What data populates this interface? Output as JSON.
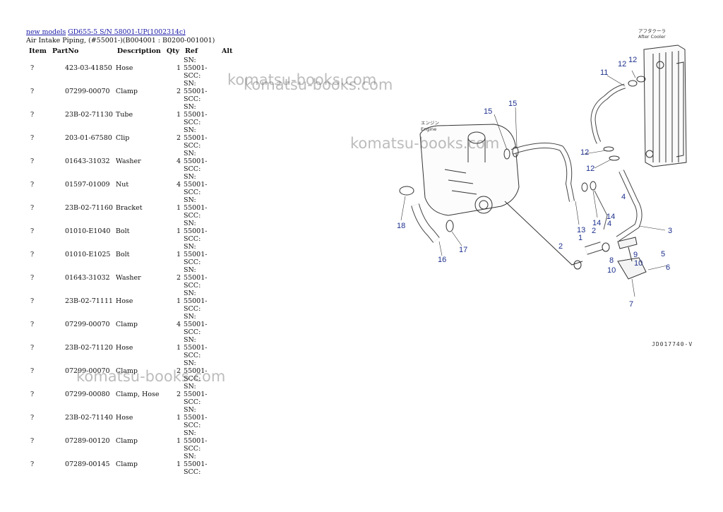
{
  "breadcrumb": {
    "link1": "new models",
    "link2": "GD655-5 S/N 58001-UP(1002314c)"
  },
  "subtitle": "Air Intake Piping, (#55001-)(B004001 : B0200-001001)",
  "table": {
    "headers": [
      "Item",
      "PartNo",
      "Description",
      "Qty",
      "Ref",
      "Alt"
    ],
    "rows": [
      [
        "?",
        "423-03-41850",
        "Hose",
        "1",
        "SN: 55001-SCC:",
        ""
      ],
      [
        "?",
        "07299-00070",
        "Clamp",
        "2",
        "SN: 55001-SCC:",
        ""
      ],
      [
        "?",
        "23B-02-71130",
        "Tube",
        "1",
        "SN: 55001-SCC:",
        ""
      ],
      [
        "?",
        "203-01-67580",
        "Clip",
        "2",
        "SN: 55001-SCC:",
        ""
      ],
      [
        "?",
        "01643-31032",
        "Washer",
        "4",
        "SN: 55001-SCC:",
        ""
      ],
      [
        "?",
        "01597-01009",
        "Nut",
        "4",
        "SN: 55001-SCC:",
        ""
      ],
      [
        "?",
        "23B-02-71160",
        "Bracket",
        "1",
        "SN: 55001-SCC:",
        ""
      ],
      [
        "?",
        "01010-E1040",
        "Bolt",
        "1",
        "SN: 55001-SCC:",
        ""
      ],
      [
        "?",
        "01010-E1025",
        "Bolt",
        "1",
        "SN: 55001-SCC:",
        ""
      ],
      [
        "?",
        "01643-31032",
        "Washer",
        "2",
        "SN: 55001-SCC:",
        ""
      ],
      [
        "?",
        "23B-02-71111",
        "Hose",
        "1",
        "SN: 55001-SCC:",
        ""
      ],
      [
        "?",
        "07299-00070",
        "Clamp",
        "4",
        "SN: 55001-SCC:",
        ""
      ],
      [
        "?",
        "23B-02-71120",
        "Hose",
        "1",
        "SN: 55001-SCC:",
        ""
      ],
      [
        "?",
        "07299-00070",
        "Clamp",
        "2",
        "SN: 55001-SCC:",
        ""
      ],
      [
        "?",
        "07299-00080",
        "Clamp, Hose",
        "2",
        "SN: 55001-SCC:",
        ""
      ],
      [
        "?",
        "23B-02-71140",
        "Hose",
        "1",
        "SN: 55001-SCC:",
        ""
      ],
      [
        "?",
        "07289-00120",
        "Clamp",
        "1",
        "SN: 55001-SCC:",
        ""
      ],
      [
        "?",
        "07289-00145",
        "Clamp",
        "1",
        "SN: 55001-SCC:",
        ""
      ]
    ]
  },
  "watermark": "komatsu-books.com",
  "diagram": {
    "aftercooler_jp": "アフタクーラ",
    "aftercooler_en": "After Cooler",
    "engine_jp": "エンジン",
    "engine_en": "Engine",
    "drawing_code": "JD017740-V",
    "callouts": [
      "1",
      "2",
      "2",
      "3",
      "4",
      "4",
      "5",
      "6",
      "7",
      "8",
      "9",
      "10",
      "10",
      "11",
      "12",
      "12",
      "12",
      "12",
      "13",
      "14",
      "14",
      "15",
      "15",
      "16",
      "17",
      "18"
    ],
    "callout_color": "#1c2f8c"
  }
}
